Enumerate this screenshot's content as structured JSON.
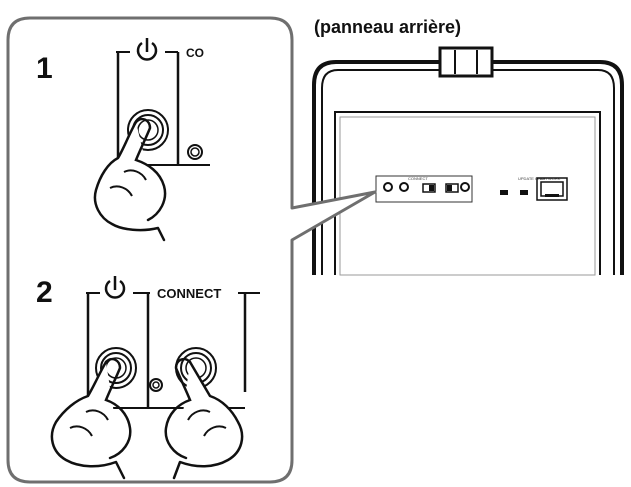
{
  "caption": "(panneau arrière)",
  "steps": [
    {
      "number": "1",
      "power_symbol": "⏻",
      "label": "CO"
    },
    {
      "number": "2",
      "power_symbol": "⏻",
      "label": "CONNECT"
    }
  ],
  "rear_panel": {
    "tiny_labels": [
      "CONNECT",
      "UPDATE ONLY",
      "NETWORK"
    ]
  },
  "colors": {
    "ink": "#111111",
    "callout_border": "#6f6f6f",
    "panel_gray": "#9a9a9a"
  }
}
